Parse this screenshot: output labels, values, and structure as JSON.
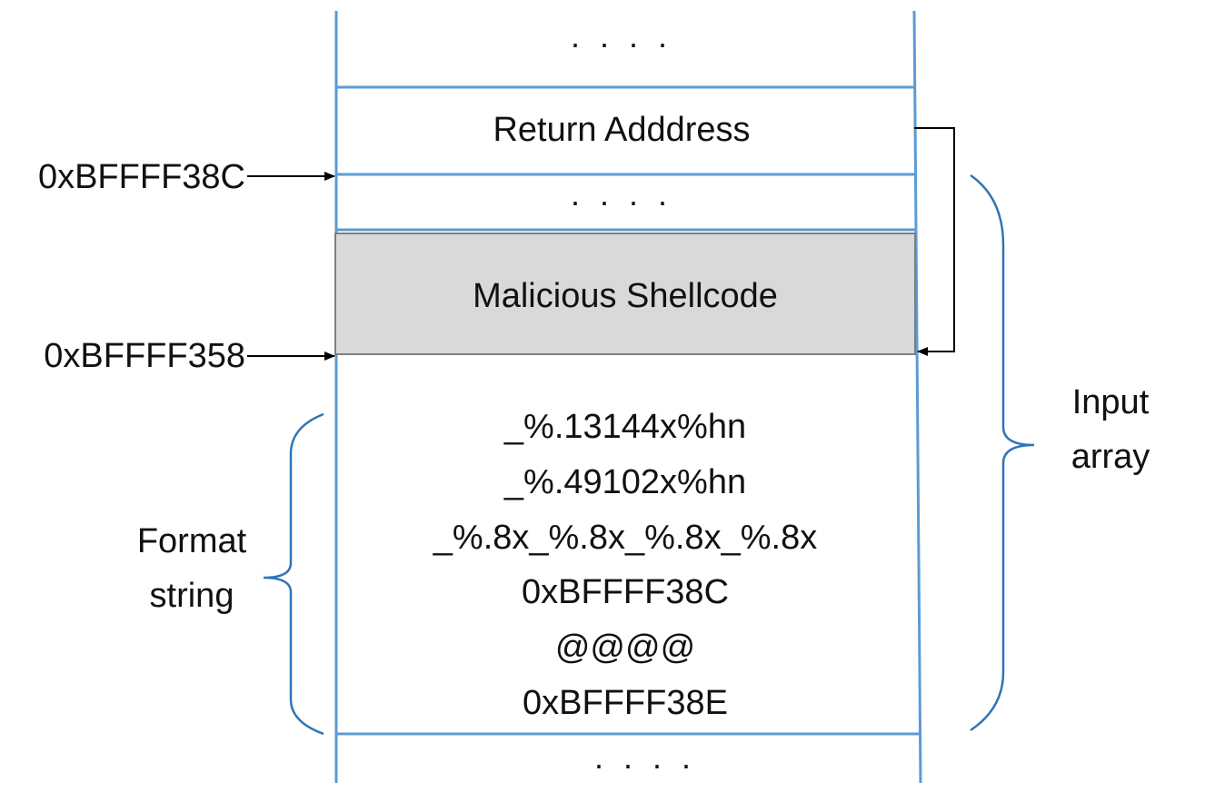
{
  "stack": {
    "top_ellipsis": ". . . .",
    "return_address": "Return Adddress",
    "gap_ellipsis": ". . . .",
    "shellcode": "Malicious Shellcode",
    "format_lines": [
      "_%.13144x%hn",
      "_%.49102x%hn",
      "_%.8x_%.8x_%.8x_%.8x",
      "0xBFFFF38C",
      "@@@@",
      "0xBFFFF38E"
    ],
    "bottom_ellipsis": ". . . ."
  },
  "addresses": {
    "upper": "0xBFFFF38C",
    "lower": "0xBFFFF358"
  },
  "braces": {
    "format_label_line1": "Format",
    "format_label_line2": "string",
    "input_label_line1": "Input",
    "input_label_line2": "array"
  },
  "colors": {
    "stack_line": "#5b9bd5",
    "brace": "#2e75b6",
    "shellcode_fill": "#d9d9d9",
    "shellcode_border": "#7f7f7f",
    "arrow": "#000000"
  }
}
